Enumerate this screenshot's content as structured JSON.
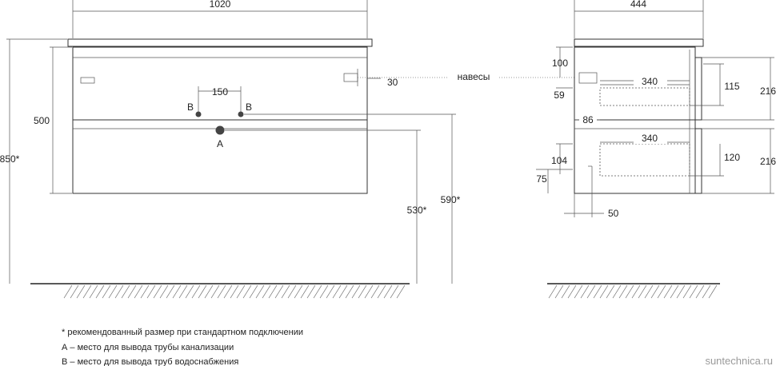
{
  "front": {
    "width": "1020",
    "body_height": "500",
    "total_height": "850*",
    "pipe_spacing": "150",
    "hanger_offset": "30",
    "drain_height": "530*",
    "water_height": "590*",
    "label_b_left": "B",
    "label_b_right": "B",
    "label_a": "A"
  },
  "side": {
    "depth": "444",
    "top_offset": "100",
    "upper_drawer_depth": "340",
    "lower_drawer_depth": "340",
    "upper_drawer_height": "115",
    "lower_drawer_height": "120",
    "upper_facade": "216",
    "lower_facade": "216",
    "dim_59": "59",
    "dim_86": "86",
    "dim_104": "104",
    "dim_75": "75",
    "dim_50": "50"
  },
  "hangers_label": "навесы",
  "notes": [
    "* рекомендованный размер при стандартном подключении",
    "А – место для вывода трубы канализации",
    "В – место для вывода труб водоснабжения"
  ],
  "watermark": "suntechnica.ru"
}
